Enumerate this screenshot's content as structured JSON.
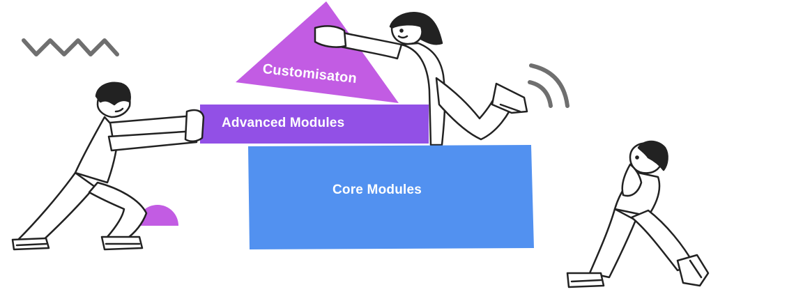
{
  "blocks": {
    "core": "Core Modules",
    "advanced": "Advanced Modules",
    "customisation": "Customisaton"
  },
  "colors": {
    "core": "#5291f0",
    "advanced": "#9250e6",
    "customisation": "#c25ce3",
    "semicircle": "#c25ce3",
    "outline": "#222222",
    "decor": "#6f6f6f"
  },
  "icons": {
    "zigzag": "zigzag-decoration",
    "signal": "signal-waves-icon"
  }
}
